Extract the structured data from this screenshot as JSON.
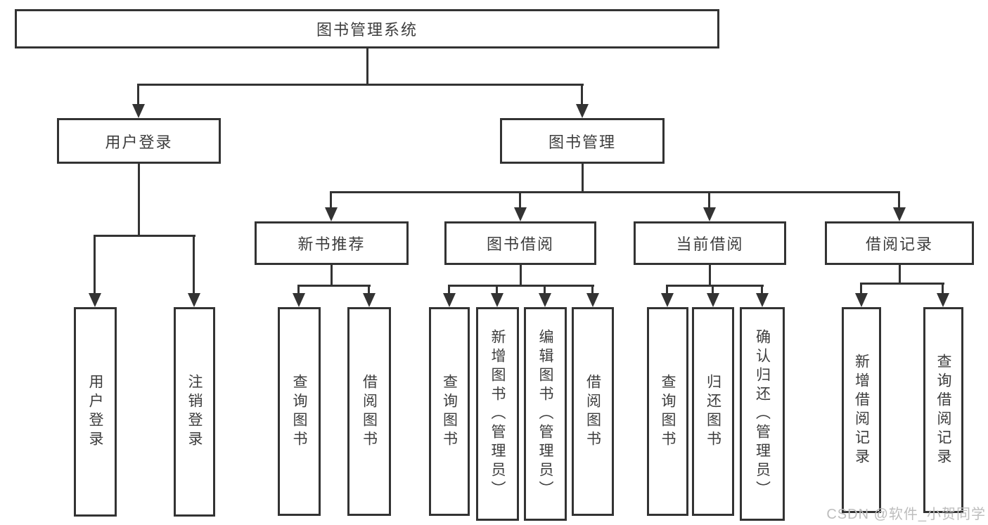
{
  "diagram_title": "图书管理系统",
  "nodes": {
    "root": "图书管理系统",
    "user_login": "用户登录",
    "book_mgmt": "图书管理",
    "new_books": "新书推荐",
    "book_borrow": "图书借阅",
    "current_borrow": "当前借阅",
    "borrow_records": "借阅记录",
    "leaves": {
      "user": [
        "用户登录",
        "注销登录"
      ],
      "new_books": [
        "查询图书",
        "借阅图书"
      ],
      "borrow": [
        "查询图书",
        "新增图书（管理员）",
        "编辑图书（管理员）",
        "借阅图书"
      ],
      "current": [
        "查询图书",
        "归还图书",
        "确认归还（管理员）"
      ],
      "records": [
        "新增借阅记录",
        "查询借阅记录"
      ]
    }
  },
  "watermark": "CSDN @软件_小贺同学",
  "colors": {
    "line": "#333333",
    "text": "#3d3d3d",
    "background": "#ffffff",
    "watermark": "#bdbdbd"
  }
}
